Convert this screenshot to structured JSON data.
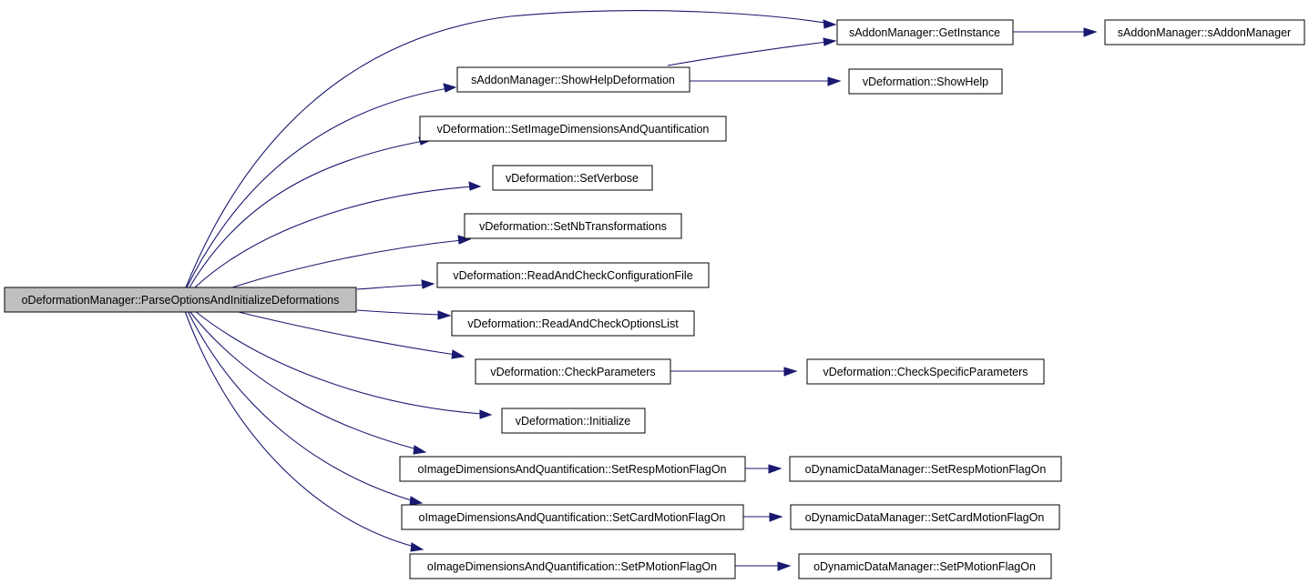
{
  "nodes": {
    "root": "oDeformationManager::ParseOptionsAndInitializeDeformations",
    "getInstance": "sAddonManager::GetInstance",
    "sAddonCtor": "sAddonManager::sAddonManager",
    "showHelpDeformation": "sAddonManager::ShowHelpDeformation",
    "showHelp": "vDeformation::ShowHelp",
    "setImageDims": "vDeformation::SetImageDimensionsAndQuantification",
    "setVerbose": "vDeformation::SetVerbose",
    "setNbTransformations": "vDeformation::SetNbTransformations",
    "readConfig": "vDeformation::ReadAndCheckConfigurationFile",
    "readOptions": "vDeformation::ReadAndCheckOptionsList",
    "checkParams": "vDeformation::CheckParameters",
    "checkSpecific": "vDeformation::CheckSpecificParameters",
    "initialize": "vDeformation::Initialize",
    "imgResp": "oImageDimensionsAndQuantification::SetRespMotionFlagOn",
    "dynResp": "oDynamicDataManager::SetRespMotionFlagOn",
    "imgCard": "oImageDimensionsAndQuantification::SetCardMotionFlagOn",
    "dynCard": "oDynamicDataManager::SetCardMotionFlagOn",
    "imgPMotion": "oImageDimensionsAndQuantification::SetPMotionFlagOn",
    "dynPMotion": "oDynamicDataManager::SetPMotionFlagOn"
  },
  "edges": [
    [
      "root",
      "getInstance"
    ],
    [
      "root",
      "showHelpDeformation"
    ],
    [
      "root",
      "setImageDims"
    ],
    [
      "root",
      "setVerbose"
    ],
    [
      "root",
      "setNbTransformations"
    ],
    [
      "root",
      "readConfig"
    ],
    [
      "root",
      "readOptions"
    ],
    [
      "root",
      "checkParams"
    ],
    [
      "root",
      "initialize"
    ],
    [
      "root",
      "imgResp"
    ],
    [
      "root",
      "imgCard"
    ],
    [
      "root",
      "imgPMotion"
    ],
    [
      "getInstance",
      "sAddonCtor"
    ],
    [
      "showHelpDeformation",
      "getInstance"
    ],
    [
      "showHelpDeformation",
      "showHelp"
    ],
    [
      "checkParams",
      "checkSpecific"
    ],
    [
      "imgResp",
      "dynResp"
    ],
    [
      "imgCard",
      "dynCard"
    ],
    [
      "imgPMotion",
      "dynPMotion"
    ]
  ],
  "colors": {
    "edge": "#191970",
    "root_fill": "#bfbfbf",
    "node_fill": "#ffffff",
    "node_border": "#000000"
  }
}
